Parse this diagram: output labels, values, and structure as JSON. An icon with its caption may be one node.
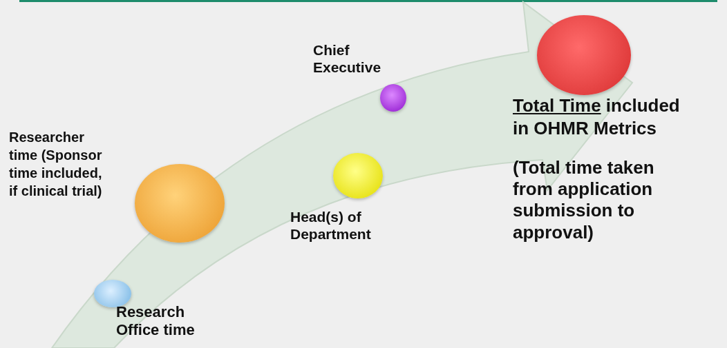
{
  "diagram": {
    "nodes": [
      {
        "text": [],
        "shape": "circle",
        "beside": [
          "Research Office time"
        ]
      },
      {
        "text": [],
        "shape": "circle",
        "beside": [
          "Researcher time (Sponsor time included, if clinical trial)"
        ]
      },
      {
        "text": [],
        "shape": "circle",
        "beside": [
          "Head(s) of Department"
        ]
      },
      {
        "text": [],
        "shape": "circle",
        "beside": [
          "Chief Executive"
        ]
      },
      {
        "text": [],
        "shape": "circle",
        "beside": [
          "Total Time",
          "included in OHMR Metrics",
          "(Total time taken from application submission to approval)"
        ]
      }
    ]
  }
}
